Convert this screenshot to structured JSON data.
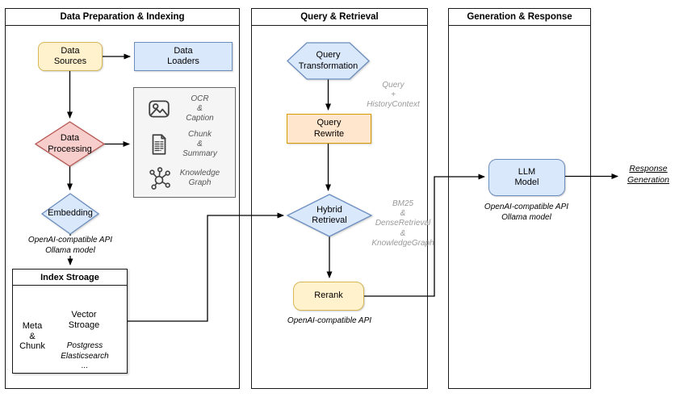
{
  "panels": {
    "prep": {
      "title": "Data Preparation & Indexing"
    },
    "query": {
      "title": "Query & Retrieval"
    },
    "gen": {
      "title": "Generation & Response"
    }
  },
  "nodes": {
    "data_sources": {
      "label": "Data\nSources"
    },
    "data_loaders": {
      "label": "Data\nLoaders"
    },
    "data_processing": {
      "label": "Data\nProcessing"
    },
    "processing_methods": {
      "items": [
        {
          "icon": "image-icon",
          "label": "OCR\n&\nCaption"
        },
        {
          "icon": "document-icon",
          "label": "Chunk\n&\nSummary"
        },
        {
          "icon": "knowledge-graph-icon",
          "label": "Knowledge\nGraph"
        }
      ]
    },
    "embedding": {
      "label": "Embedding",
      "note": "OpenAI-compatible API\nOllama model"
    },
    "index_storage": {
      "title": "Index Stroage",
      "meta_chunk": {
        "label": "Meta\n&\nChunk"
      },
      "vector_storage": {
        "label": "Vector\nStroage",
        "note": "Postgress\nElasticsearch\n..."
      }
    },
    "query_transformation": {
      "label": "Query\nTransformation",
      "note": "Query\n+\nHistoryContext"
    },
    "query_rewrite": {
      "label": "Query\nRewrite"
    },
    "hybrid_retrieval": {
      "label": "Hybrid\nRetrieval",
      "note": "BM25\n&\nDenseRetrieval\n&\nKnowledgeGraph"
    },
    "rerank": {
      "label": "Rerank",
      "note": "OpenAI-compatible API"
    },
    "llm_model": {
      "label": "LLM\nModel",
      "note": "OpenAI-compatible API\nOllama model"
    },
    "response_generation": {
      "label": "Response\nGeneration"
    }
  },
  "colors": {
    "yellow_fill": "#FFF2CC",
    "yellow_stroke": "#D6B656",
    "blue_fill": "#DAE8FC",
    "blue_stroke": "#6C8EBF",
    "red_fill": "#F8CECC",
    "red_stroke": "#B85450",
    "orange_fill": "#FFE6CC",
    "orange_stroke": "#D79B00",
    "green_fill": "#D5E8D4",
    "green_stroke": "#82B366",
    "gray_fill": "#F5F5F5",
    "gray_stroke": "#666666",
    "connector": "#000000",
    "annotation_gray": "#999999"
  }
}
